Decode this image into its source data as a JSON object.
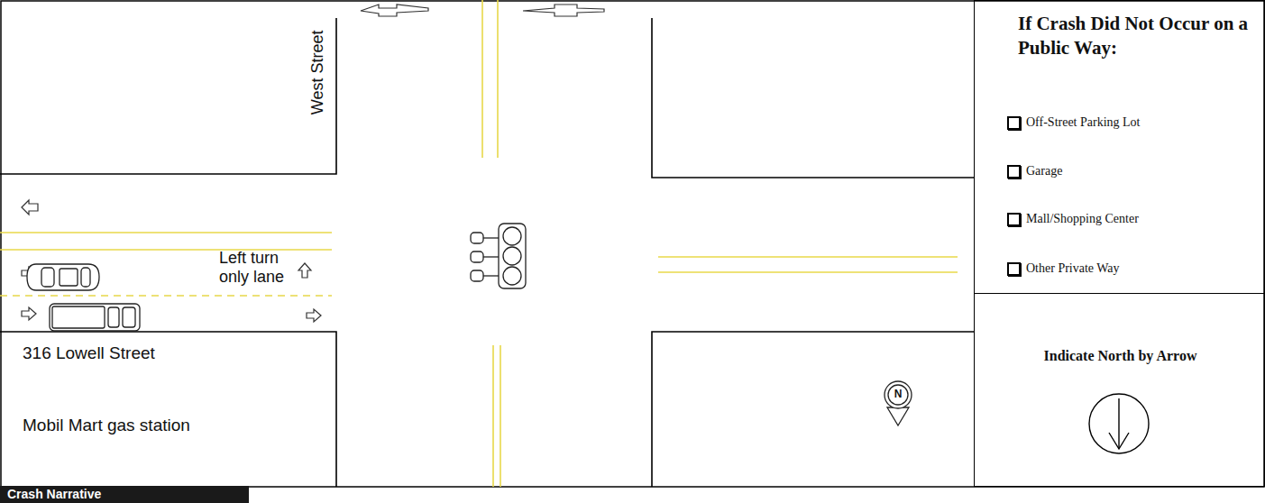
{
  "diagram": {
    "nodes": [
      {
        "text": [
          "If Crash Did Not Occur on a Public Way:",
          "Off-Street Parking Lot",
          "Garage",
          "Mall/Shopping Center",
          "Other Private Way"
        ]
      },
      {
        "text": [
          "Indicate North by Arrow"
        ]
      }
    ],
    "labels": [
      "West Street",
      "Left turn only lane",
      "316 Lowell Street",
      "Mobil Mart gas station",
      "N",
      "Crash Narrative"
    ]
  }
}
